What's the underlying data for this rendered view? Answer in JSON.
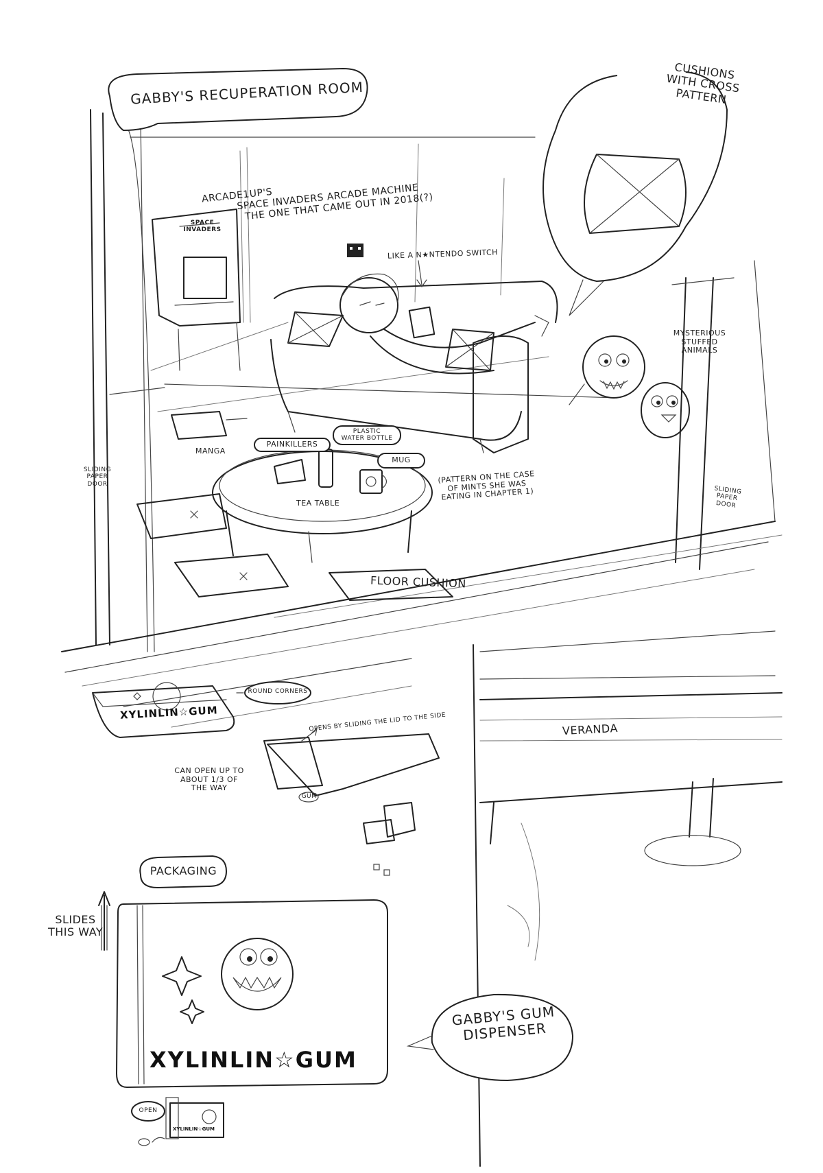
{
  "room": {
    "title": "GABBY'S RECUPERATION ROOM",
    "cushion_callout": [
      "CUSHIONS",
      "WITH CROSS",
      "PATTERN"
    ],
    "arcade_note": [
      "ARCADE1UP'S",
      "SPACE INVADERS ARCADE MACHINE",
      "THE ONE THAT CAME OUT IN 2018(?)"
    ],
    "arcade_marquee": [
      "SPACE",
      "INVADERS"
    ],
    "switch_note": "LIKE A N★NTENDO SWITCH",
    "stuffed_animals": [
      "MYSTERIOUS",
      "STUFFED",
      "ANIMALS"
    ],
    "manga": "MANGA",
    "painkillers": "PAINKILLERS",
    "water_bottle": [
      "PLASTIC",
      "WATER BOTTLE"
    ],
    "mug": "MUG",
    "mug_pattern_note": [
      "(PATTERN ON THE CASE",
      "OF MINTS SHE WAS",
      "EATING IN CHAPTER 1)"
    ],
    "sliding_door_left": [
      "SLIDING",
      "PAPER",
      "DOOR"
    ],
    "sliding_door_right": [
      "SLIDING",
      "PAPER",
      "DOOR"
    ],
    "tea_table": "TEA TABLE",
    "floor_cushion": "FLOOR CUSHION"
  },
  "gum": {
    "round_corners": "ROUND CORNERS",
    "opens_note": "OPENS BY SLIDING THE LID TO THE SIDE",
    "open_amount": [
      "CAN OPEN UP TO",
      "ABOUT 1/3 OF",
      "THE WAY"
    ],
    "piece_label": "GUM",
    "brand": "XYLINLIN☆GUM",
    "packaging": "PACKAGING",
    "slides": [
      "SLIDES",
      "THIS WAY"
    ],
    "dispenser": [
      "GABBY'S GUM",
      "DISPENSER"
    ],
    "open_label": "OPEN"
  },
  "veranda": "VERANDA"
}
